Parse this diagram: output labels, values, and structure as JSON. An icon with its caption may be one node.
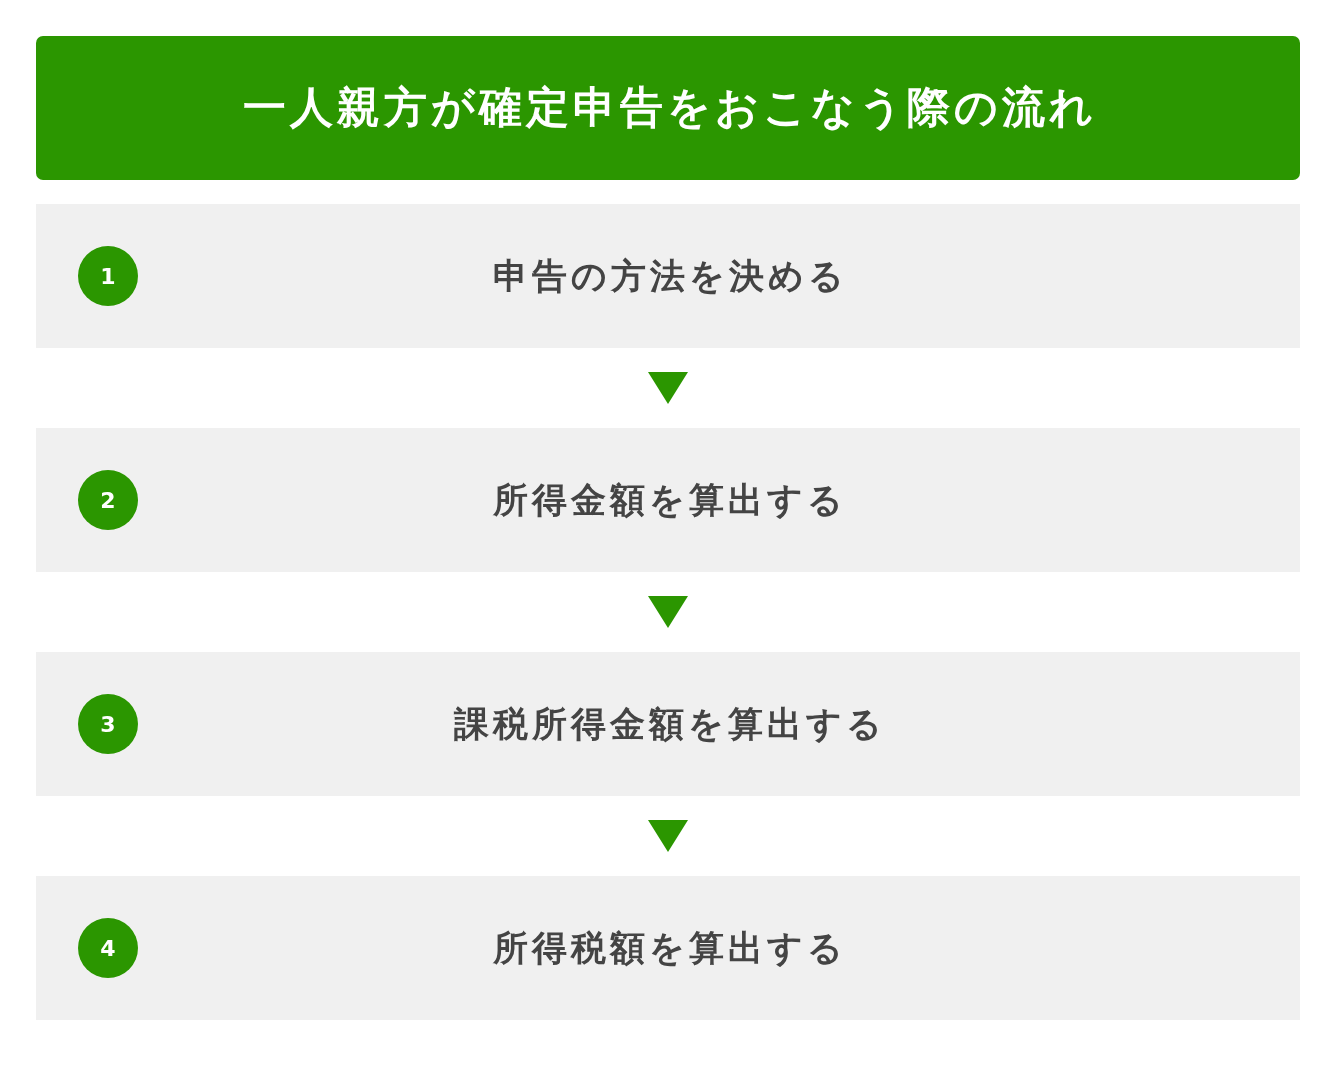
{
  "diagram": {
    "title": "一人親方が確定申告をおこなう際の流れ",
    "nodes": [
      {
        "text": [
          "申告の方法を決める"
        ]
      },
      {
        "text": [
          "1"
        ],
        "in": 0
      },
      {
        "text": [
          "所得金額を算出する"
        ]
      },
      {
        "text": [
          "2"
        ],
        "in": 2
      },
      {
        "text": [
          "課税所得金額を算出する"
        ]
      },
      {
        "text": [
          "3"
        ],
        "in": 4
      },
      {
        "text": [
          "所得税額を算出する"
        ]
      },
      {
        "text": [
          "4"
        ],
        "in": 6
      }
    ],
    "edges": [
      {
        "from": 0,
        "to": 2,
        "arrow": "to"
      },
      {
        "from": 2,
        "to": 4,
        "arrow": "to"
      },
      {
        "from": 4,
        "to": 6,
        "arrow": "to"
      }
    ]
  }
}
